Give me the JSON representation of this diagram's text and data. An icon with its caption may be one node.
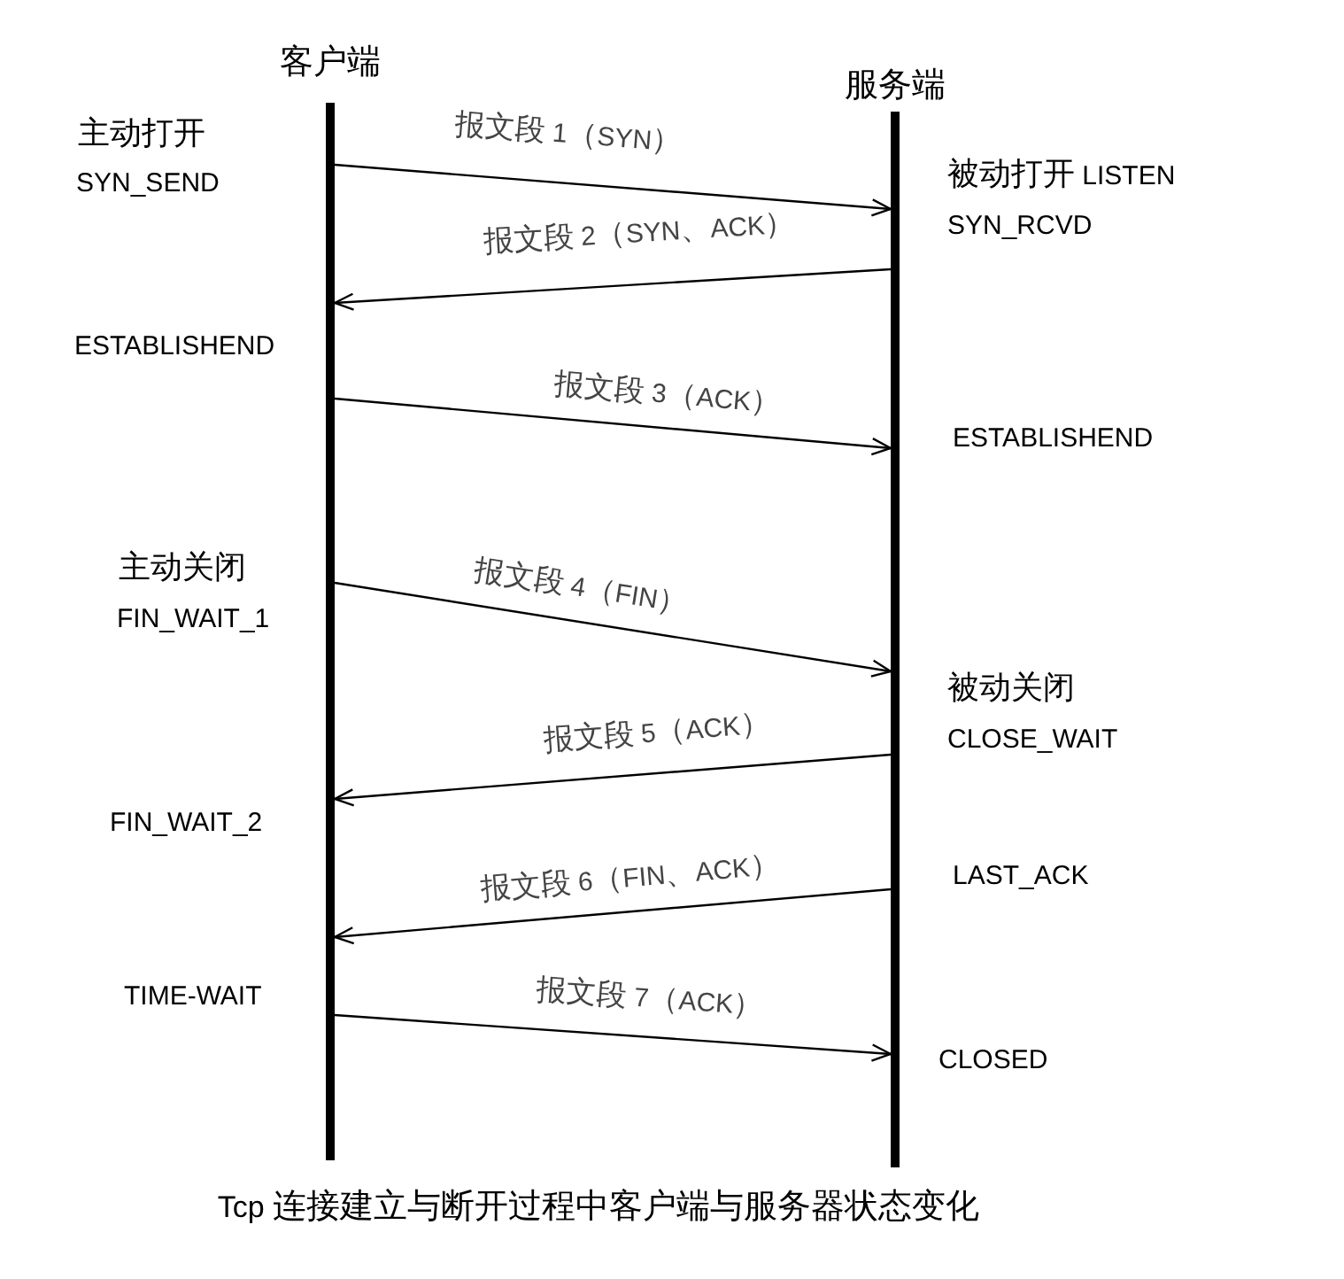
{
  "diagram": {
    "caption": "Tcp 连接建立与断开过程中客户端与服务器状态变化",
    "nodes": [
      {
        "text": [
          "客户端"
        ]
      },
      {
        "text": [
          "服务端"
        ]
      }
    ],
    "edges": [
      {
        "from": 0,
        "to": 1,
        "arrow": "to",
        "label": "报文段 1（SYN）"
      },
      {
        "from": 1,
        "to": 0,
        "arrow": "to",
        "label": "报文段 2（SYN、ACK）"
      },
      {
        "from": 0,
        "to": 1,
        "arrow": "to",
        "label": "报文段 3（ACK）"
      },
      {
        "from": 0,
        "to": 1,
        "arrow": "to",
        "label": "报文段 4（FIN）"
      },
      {
        "from": 1,
        "to": 0,
        "arrow": "to",
        "label": "报文段 5（ACK）"
      },
      {
        "from": 1,
        "to": 0,
        "arrow": "to",
        "label": "报文段 6（FIN、ACK）"
      },
      {
        "from": 0,
        "to": 1,
        "arrow": "to",
        "label": "报文段 7（ACK）"
      }
    ],
    "labels": [
      "主动打开",
      "被动打开 LISTEN",
      "SYN_SEND",
      "SYN_RCVD",
      "ESTABLISHEND",
      "ESTABLISHEND",
      "主动关闭",
      "FIN_WAIT_1",
      "被动关闭",
      "CLOSE_WAIT",
      "FIN_WAIT_2",
      "LAST_ACK",
      "TIME-WAIT",
      "CLOSED"
    ]
  }
}
